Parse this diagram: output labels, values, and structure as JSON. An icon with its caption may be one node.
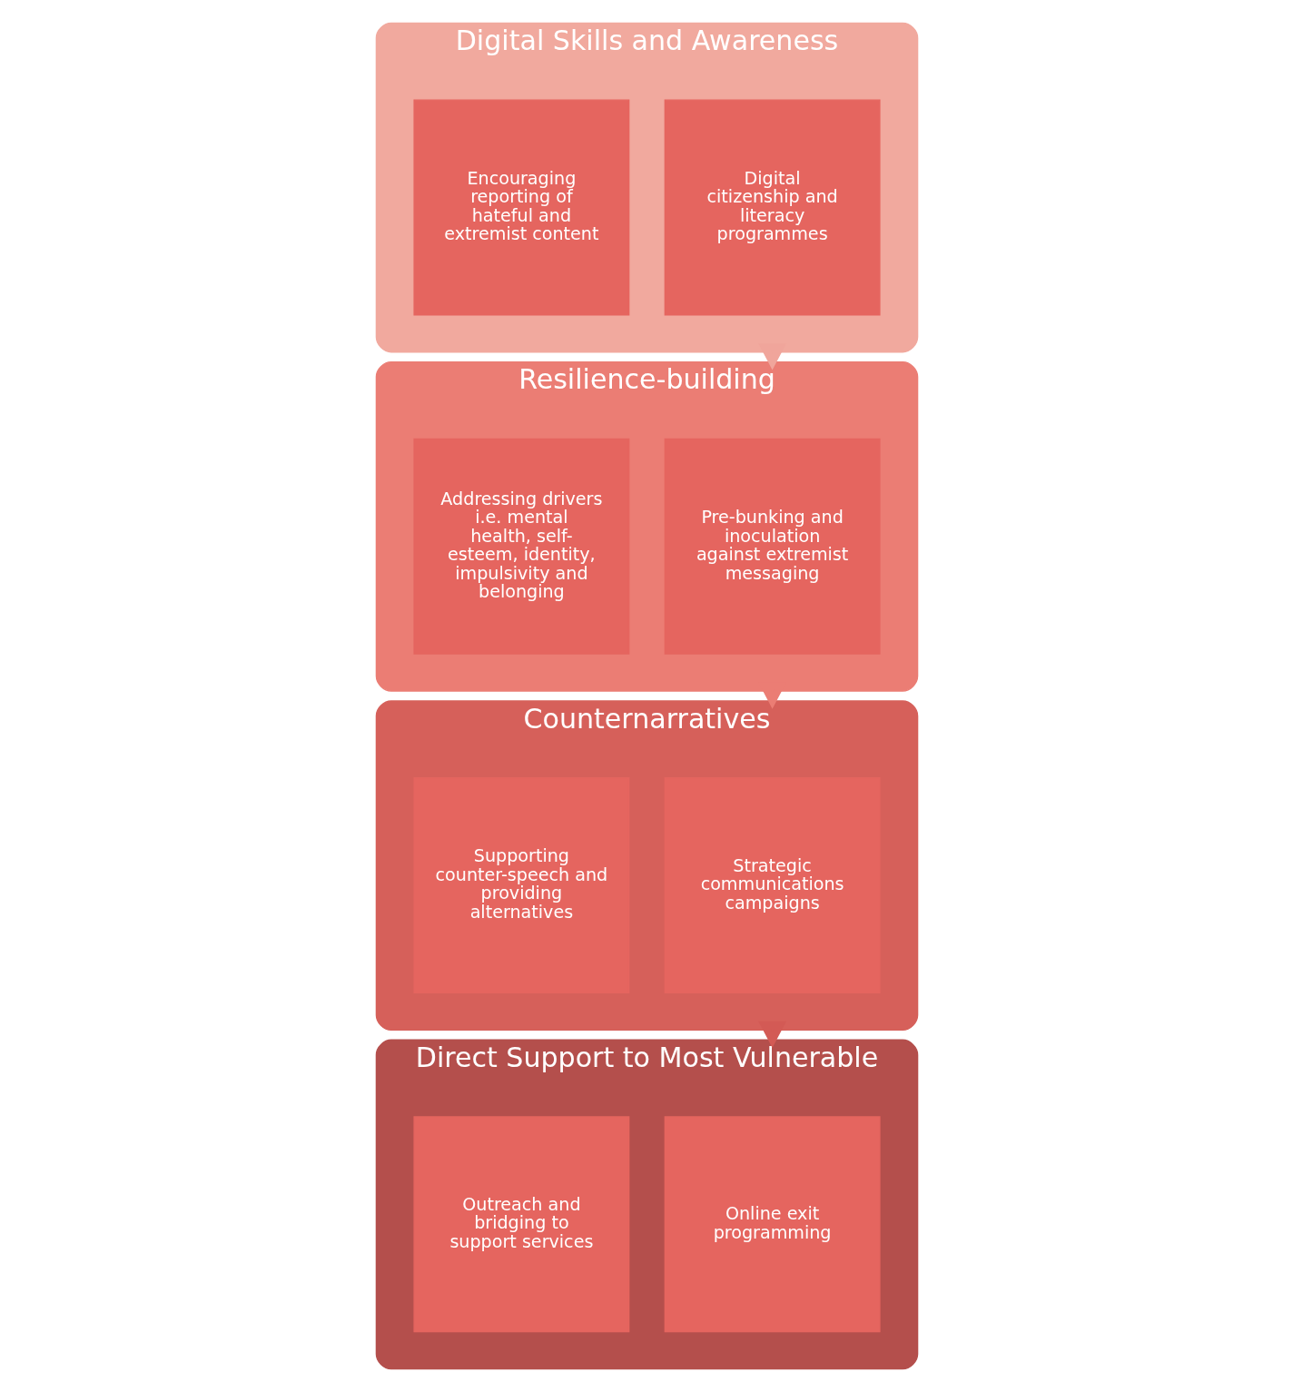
{
  "diagram": {
    "nodes": [
      {
        "text": [
          "Digital Skills and Awareness"
        ]
      },
      {
        "text": [
          "Digital citizenship and literacy programmes"
        ],
        "in": 0
      },
      {
        "text": [
          "Encouraging reporting of hateful and extremist content"
        ],
        "in": 0
      },
      {
        "text": [
          "Resilience-building"
        ]
      },
      {
        "text": [
          "Pre-bunking and inoculation against extremist messaging"
        ],
        "in": 3
      },
      {
        "text": [
          "Addressing drivers i.e. mental health, self-esteem, identity, impulsivity and belonging"
        ],
        "in": 3
      },
      {
        "text": [
          "Counternarratives"
        ]
      },
      {
        "text": [
          "Strategic communications campaigns"
        ],
        "in": 6
      },
      {
        "text": [
          "Supporting counter-speech and providing alternatives"
        ],
        "in": 6
      },
      {
        "text": [
          "Direct Support to Most Vulnerable"
        ]
      },
      {
        "text": [
          "Online exit programming"
        ],
        "in": 9
      },
      {
        "text": [
          "Outreach and bridging to support services"
        ],
        "in": 9
      }
    ],
    "edges": [
      {
        "from": 0,
        "to": 3,
        "arrow": "to",
        "style": "thick",
        "color": "#f0a59b"
      },
      {
        "from": 3,
        "to": 6,
        "arrow": "to",
        "style": "thick",
        "color": "#eb7d74"
      },
      {
        "from": 6,
        "to": 9,
        "arrow": "to",
        "style": "thick",
        "color": "#d35a55"
      }
    ]
  }
}
